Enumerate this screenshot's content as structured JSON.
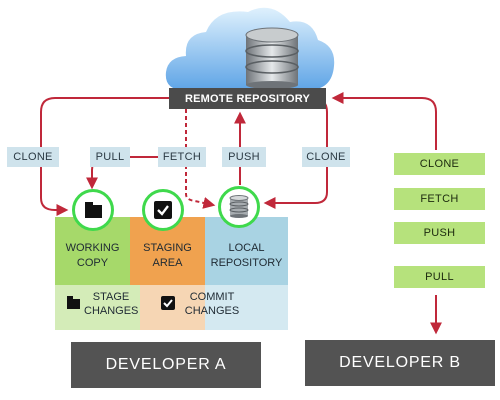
{
  "remote": {
    "label": "REMOTE REPOSITORY"
  },
  "developer_a": {
    "title": "DEVELOPER A",
    "commands": {
      "clone": "CLONE",
      "pull": "PULL",
      "fetch": "FETCH",
      "push": "PUSH",
      "clone_right": "CLONE"
    },
    "areas": {
      "working": [
        "WORKING",
        "COPY"
      ],
      "staging": [
        "STAGING",
        "AREA"
      ],
      "local": [
        "LOCAL",
        "REPOSITORY"
      ]
    },
    "actions": {
      "stage": [
        "STAGE",
        "CHANGES"
      ],
      "commit": [
        "COMMIT",
        "CHANGES"
      ]
    }
  },
  "developer_b": {
    "title": "DEVELOPER B",
    "commands": [
      "CLONE",
      "FETCH",
      "PUSH",
      "PULL"
    ]
  },
  "colors": {
    "arrow": "#c0283a",
    "working_area": "#a6d96a",
    "staging_area": "#f0a24f",
    "local_area": "#a9d3e3",
    "command_box": "#cfe3ec",
    "dev_b_command": "#b6e27c",
    "circle_border": "#3fd94c",
    "dark_bar": "#535353"
  },
  "icons": {
    "cloud": "cloud-icon",
    "database": "database-icon",
    "folder": "folder-icon",
    "checkbox": "checkbox-icon"
  }
}
